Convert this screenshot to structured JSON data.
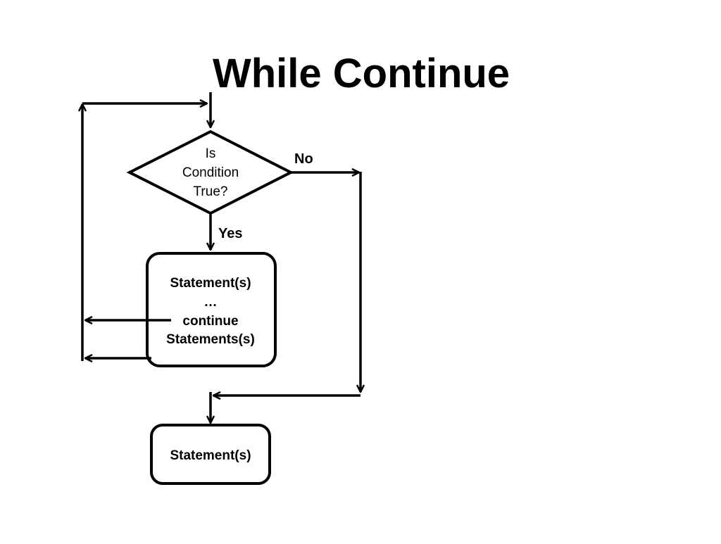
{
  "title": "While Continue",
  "decision": {
    "lines": [
      "Is",
      "Condition",
      "True?"
    ]
  },
  "labels": {
    "no": "No",
    "yes": "Yes"
  },
  "loop_body": {
    "lines": [
      "Statement(s)",
      "…",
      "continue",
      "Statements(s)"
    ]
  },
  "after_loop": {
    "text": "Statement(s)"
  },
  "colors": {
    "stroke": "#000000",
    "background": "#ffffff"
  }
}
